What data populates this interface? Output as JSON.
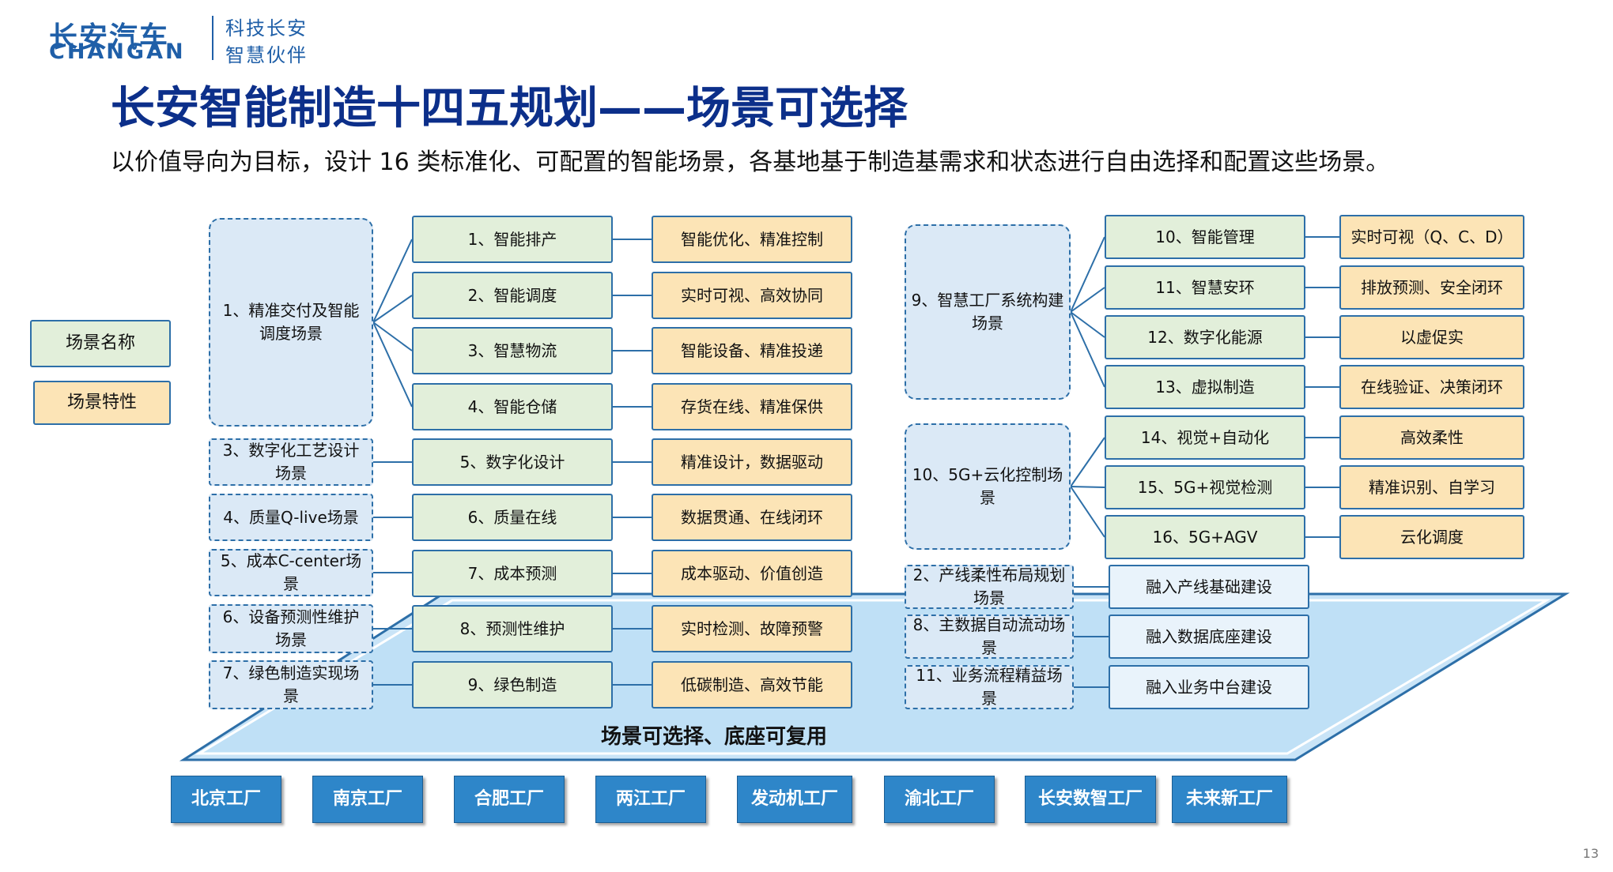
{
  "logo": {
    "cn": "长安汽车",
    "en": "CHANGAN",
    "slogan1": "科技长安",
    "slogan2": "智慧伙伴"
  },
  "title": "长安智能制造十四五规划——场景可选择",
  "subtitle": "以价值导向为目标，设计 16 类标准化、可配置的智能场景，各基地基于制造基需求和状态进行自由选择和配置这些场景。",
  "legend": {
    "scene_name": "场景名称",
    "scene_feature": "场景特性"
  },
  "left_scenes": [
    "1、精准交付及智能调度场景",
    "3、数字化工艺设计场景",
    "4、质量Q-live场景",
    "5、成本C-center场景",
    "6、设备预测性维护场景",
    "7、绿色制造实现场景"
  ],
  "left_categories": [
    "1、智能排产",
    "2、智能调度",
    "3、智慧物流",
    "4、智能仓储",
    "5、数字化设计",
    "6、质量在线",
    "7、成本预测",
    "8、预测性维护",
    "9、绿色制造"
  ],
  "left_features": [
    "智能优化、精准控制",
    "实时可视、高效协同",
    "智能设备、精准投递",
    "存货在线、精准保供",
    "精准设计，数据驱动",
    "数据贯通、在线闭环",
    "成本驱动、价值创造",
    "实时检测、故障预警",
    "低碳制造、高效节能"
  ],
  "right_scenes": [
    "9、智慧工厂系统构建场景",
    "10、5G+云化控制场景"
  ],
  "right_categories": [
    "10、智能管理",
    "11、智慧安环",
    "12、数字化能源",
    "13、虚拟制造",
    "14、视觉+自动化",
    "15、5G+视觉检测",
    "16、5G+AGV"
  ],
  "right_features": [
    "实时可视（Q、C、D）",
    "排放预测、安全闭环",
    "以虚促实",
    "在线验证、决策闭环",
    "高效柔性",
    "精准识别、自学习",
    "云化调度"
  ],
  "base_scenes": [
    "2、产线柔性布局规划场景",
    "8、主数据自动流动场景",
    "11、业务流程精益场景"
  ],
  "base_items": [
    "融入产线基础建设",
    "融入数据底座建设",
    "融入业务中台建设"
  ],
  "platform_label": "场景可选择、底座可复用",
  "factories": [
    "北京工厂",
    "南京工厂",
    "合肥工厂",
    "两江工厂",
    "发动机工厂",
    "渝北工厂",
    "长安数智工厂",
    "未来新工厂"
  ],
  "page_number": "13",
  "colors": {
    "title": "#0c2f8a",
    "border": "#2d6fa8",
    "scene_fill": "#dbe9f6",
    "category_fill": "#e2efda",
    "feature_fill": "#fce4b6",
    "platform_fill": "#c9e4f7",
    "factory_fill": "#2e86c9"
  }
}
